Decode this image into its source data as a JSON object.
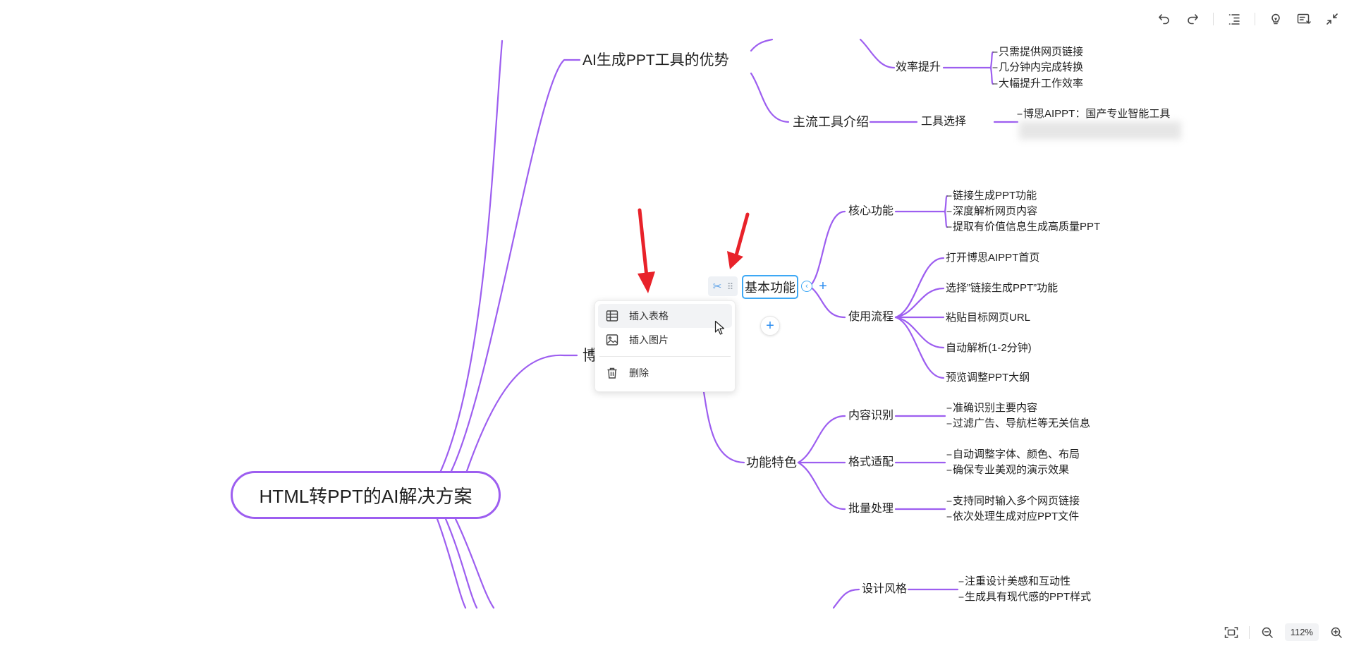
{
  "mindmap": {
    "root": "HTML转PPT的AI解决方案",
    "branch_advantage": {
      "title": "AI生成PPT工具的优势",
      "efficiency": {
        "label": "效率提升",
        "items": [
          "只需提供网页链接",
          "几分钟内完成转换",
          "大幅提升工作效率"
        ]
      },
      "mainstream": {
        "label": "主流工具介绍",
        "tool_select": "工具选择",
        "tool_item": "博思AIPPT：国产专业智能工具"
      }
    },
    "branch_bose": {
      "title_visible": "博",
      "basic": {
        "label": "基本功能",
        "core": {
          "label": "核心功能",
          "items": [
            "链接生成PPT功能",
            "深度解析网页内容",
            "提取有价值信息生成高质量PPT"
          ]
        },
        "flow": {
          "label": "使用流程",
          "items": [
            "打开博思AIPPT首页",
            "选择”链接生成PPT”功能",
            "粘贴目标网页URL",
            "自动解析(1-2分钟)",
            "预览调整PPT大纲"
          ]
        }
      },
      "features": {
        "label": "功能特色",
        "content": {
          "label": "内容识别",
          "items": [
            "准确识别主要内容",
            "过滤广告、导航栏等无关信息"
          ]
        },
        "format": {
          "label": "格式适配",
          "items": [
            "自动调整字体、颜色、布局",
            "确保专业美观的演示效果"
          ]
        },
        "batch": {
          "label": "批量处理",
          "items": [
            "支持同时输入多个网页链接",
            "依次处理生成对应PPT文件"
          ]
        }
      }
    },
    "design": {
      "label": "设计风格",
      "items": [
        "注重设计美感和互动性",
        "生成具有现代感的PPT样式"
      ]
    }
  },
  "context_menu": {
    "insert_table": "插入表格",
    "insert_image": "插入图片",
    "delete": "删除"
  },
  "zoom": {
    "level": "112%"
  },
  "colors": {
    "branch": "#9d5ef0",
    "selection": "#3da8f5",
    "annotation_arrow": "#e8222a"
  },
  "icons": {
    "toolbar_top": [
      "undo-icon",
      "redo-icon",
      "outline-icon",
      "lightbulb-icon",
      "style-icon",
      "collapse-icon"
    ],
    "toolbar_bottom": [
      "fit-view-icon",
      "zoom-out-icon",
      "zoom-in-icon"
    ]
  }
}
